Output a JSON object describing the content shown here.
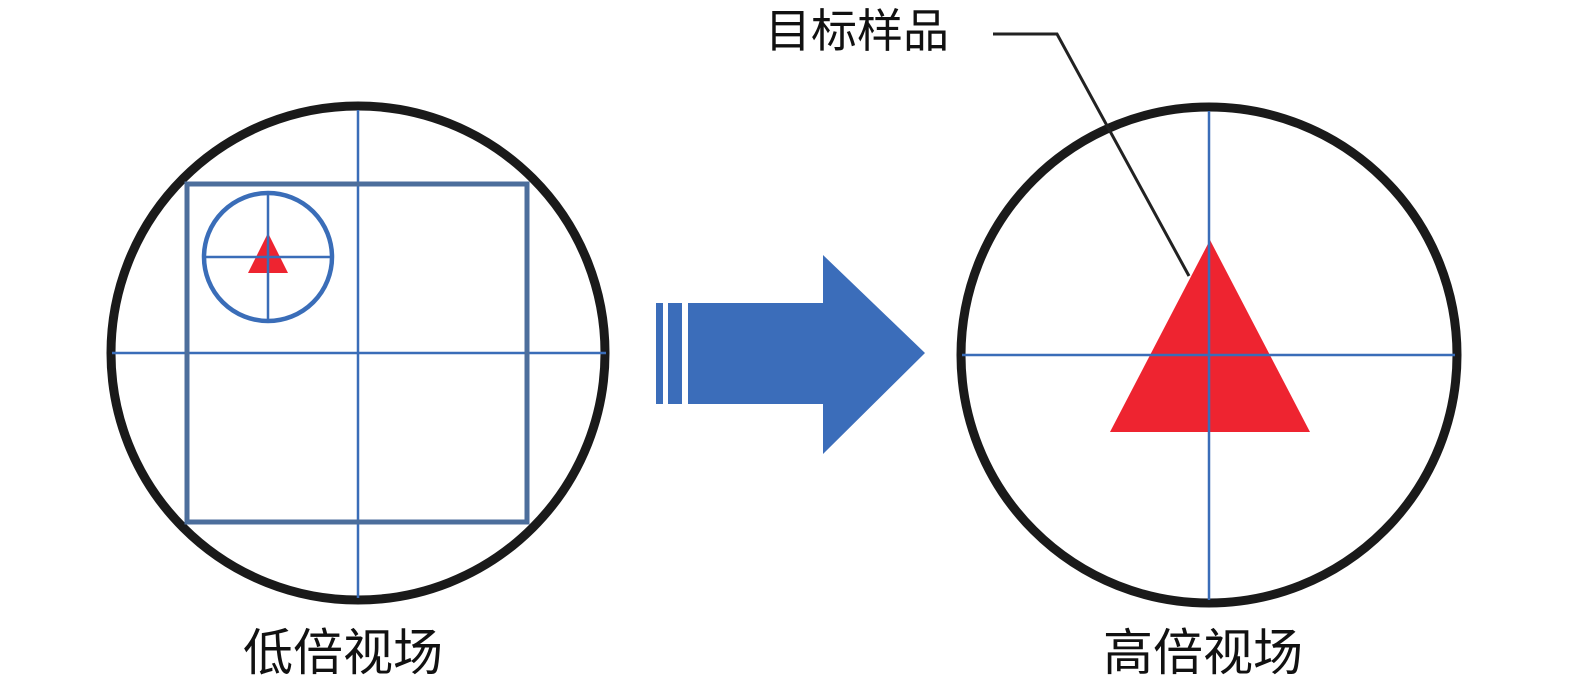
{
  "labels": {
    "low_field": "低倍视场",
    "high_field": "高倍视场",
    "target_sample": "目标样品"
  },
  "colors": {
    "ring": "#1a1a1a",
    "crosshair": "#3a6db8",
    "square": "#4c6e9c",
    "sample": "#ee2430",
    "arrow": "#3b6dba",
    "leader": "#222222"
  }
}
